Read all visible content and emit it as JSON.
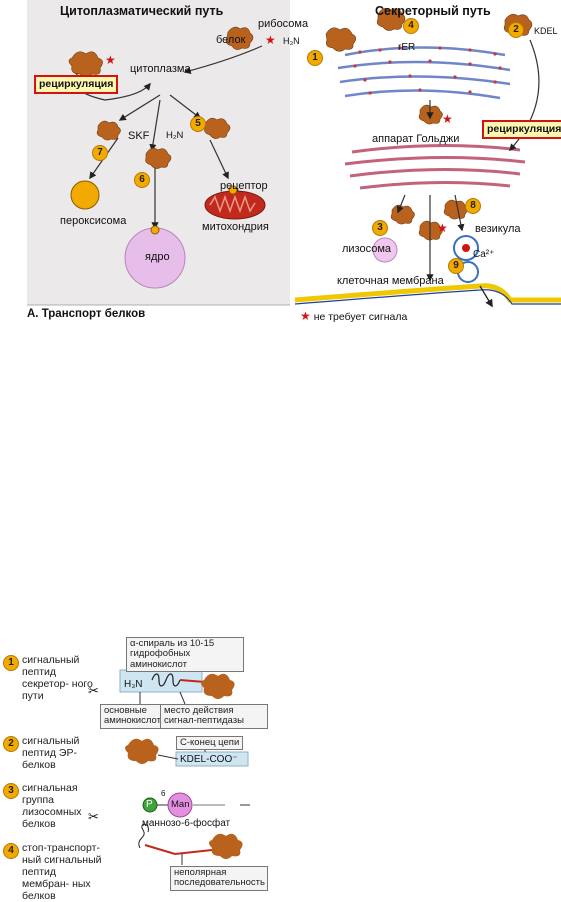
{
  "top": {
    "left_title": "Цитоплазматический путь",
    "right_title": "Секреторный путь",
    "ribosome": "рибосома",
    "protein": "белок",
    "h3n": "H₃N",
    "cytoplasm": "цитоплазма",
    "recycling_left": "рециркуляция",
    "recycling_right": "рециркуляция",
    "skf": "SKF",
    "h2n": "H₂N",
    "receptor": "рецептор",
    "peroxisome": "пероксисома",
    "mitochondria": "митохондрия",
    "nucleus": "ядро",
    "rer": "rER",
    "kdel": "KDEL",
    "golgi": "аппарат Гольджи",
    "vesicle": "везикула",
    "lysosome": "лизосома",
    "cell_membrane": "клеточная мембрана",
    "ca": "Ca²⁺",
    "caption": "А. Транспорт белков",
    "legend": "не требует сигнала",
    "badges": [
      "1",
      "2",
      "3",
      "4",
      "5",
      "6",
      "7",
      "8",
      "9"
    ]
  },
  "bottom": {
    "items": [
      {
        "num": "1",
        "label": "сигнальный пептид секретор- ного пути"
      },
      {
        "num": "2",
        "label": "сигнальный пептид ЭР-белков"
      },
      {
        "num": "3",
        "label": "сигнальная группа лизосомных белков"
      },
      {
        "num": "4",
        "label": "стоп-транспорт- ный сигнальный пептид мембран- ных белков"
      }
    ],
    "helix_note": "α-спираль из 10-15 гидрофобных аминокислот",
    "basic_aa": "основные аминокислоты",
    "cleavage": "место действия сигнал-пептидазы",
    "h3n": "H₃N",
    "c_end": "С-конец цепи",
    "kdel_coo": "KDEL-COO⁻",
    "p": "P",
    "man": "Man",
    "six": "6",
    "m6p": "маннозо-6-фосфат",
    "nonpolar": "неполярная последовательность"
  },
  "colors": {
    "protein": "#b8621d",
    "badge": "#f2a900",
    "red": "#d01414",
    "er": "#6f86c8",
    "er_dots": "#c43a3a",
    "mito": "#c2291d",
    "nucleus": "#e7bdea",
    "lyso": "#f1c7ef",
    "membrane": "#f0c800"
  }
}
